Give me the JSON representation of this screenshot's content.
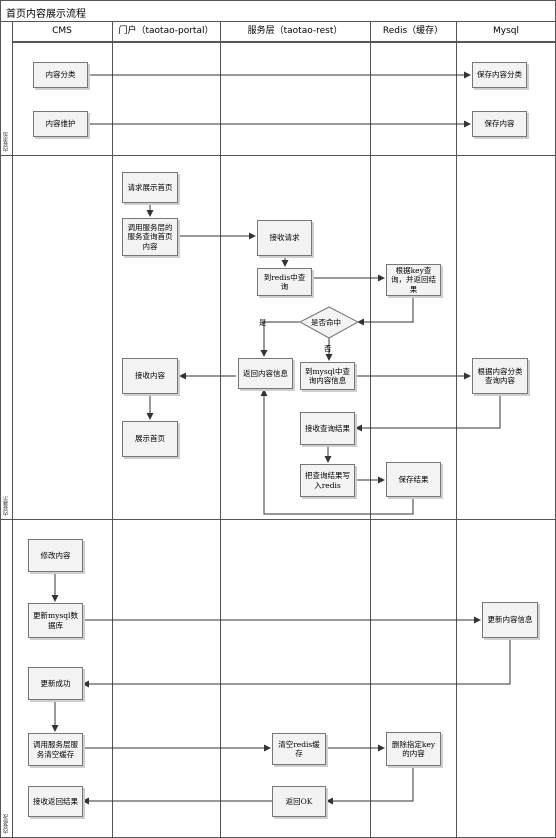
{
  "title": "首页内容展示流程",
  "lanes": [
    "CMS",
    "门户（taotao-portal）",
    "服务层（taotao-rest）",
    "Redis（缓存）",
    "Mysql"
  ],
  "bands": [
    "内容添加",
    "内容展示",
    "内容修改"
  ],
  "nodes": {
    "cms_category": "内容分类",
    "mysql_save_category": "保存内容分类",
    "cms_maintain": "内容维护",
    "mysql_save_content": "保存内容",
    "portal_request": "请求展示首页",
    "portal_call_service": "调用服务层的服务查询首页内容",
    "rest_receive": "接收请求",
    "rest_query_redis": "到redis中查询",
    "redis_query_key": "根据key查询，并返回结果",
    "rest_hit_decision": "是否命中",
    "rest_return_content": "返回内容信息",
    "portal_receive_content": "接收内容",
    "portal_show_home": "展示首页",
    "rest_query_mysql": "到mysql中查询内容信息",
    "mysql_query_by_category": "根据内容分类查询内容",
    "rest_receive_result": "接收查询结果",
    "rest_write_redis": "把查询结果写入redis",
    "redis_save_result": "保存结果",
    "cms_modify": "修改内容",
    "cms_update_mysql": "更新mysql数据库",
    "mysql_update_content": "更新内容信息",
    "cms_update_success": "更新成功",
    "cms_call_clear_cache": "调用服务层服务清空缓存",
    "rest_clear_redis": "清空redis缓存",
    "redis_delete_key": "删除指定key的内容",
    "rest_return_ok": "返回OK",
    "cms_receive_result": "接收返回结果"
  },
  "edge_labels": {
    "yes": "是",
    "no": "否"
  }
}
